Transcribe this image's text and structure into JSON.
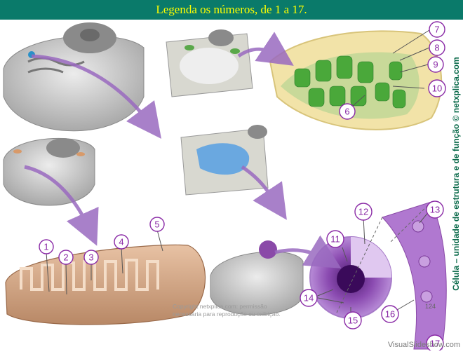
{
  "header": {
    "title": "Legenda os números, de 1 a 17."
  },
  "side_text": "Célula – unidade de estrutura e de função © netxplica.com",
  "copyright": {
    "line1": "Copyright netxplica.com: permissão",
    "line2": "necessária para reprodução ou exibição."
  },
  "page_number": "124",
  "watermark": "VisualSlideshow.com",
  "labels": [
    "1",
    "2",
    "3",
    "4",
    "5",
    "6",
    "7",
    "8",
    "9",
    "10",
    "11",
    "12",
    "13",
    "14",
    "15",
    "16",
    "17"
  ],
  "colors": {
    "banner": "#0a7a6a",
    "title": "#ffff00",
    "label": "#8a2aa6",
    "arrow": "#9a6ac0",
    "chloroplast": "#5aa84a",
    "mitochondrion": "#d8a888",
    "nucleus": "#8a4aa8",
    "vacuole": "#6aa8e0"
  }
}
